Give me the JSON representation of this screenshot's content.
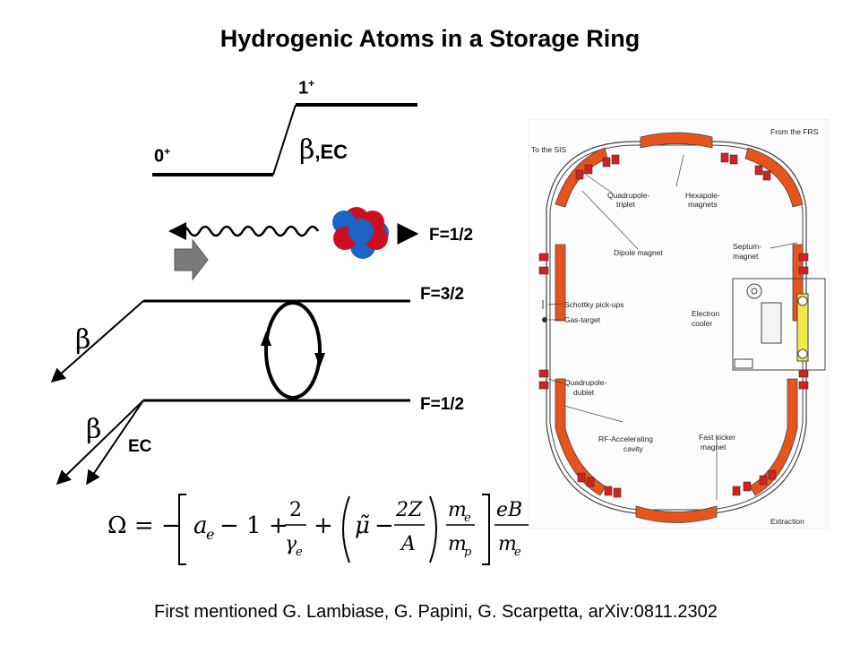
{
  "title": "Hydrogenic Atoms in a Storage Ring",
  "levels": {
    "ground_state": "0",
    "excited_state": "1",
    "parity": "+",
    "transition_symbol": "β",
    "transition_label": ",EC"
  },
  "hyperfine": {
    "emission_state": "F=1/2",
    "upper_state": "F=3/2",
    "lower_state": "F=1/2",
    "beta_upper": "β",
    "beta_lower": "β",
    "ec_label": "EC"
  },
  "ring_labels": {
    "to_sis": "To the SIS",
    "from_frs": "From the FRS",
    "quadrupole_triplet_1": "Quadrupole-",
    "quadrupole_triplet_2": "triplet",
    "hexapole_1": "Hexapole-",
    "hexapole_2": "magnets",
    "dipole_magnet": "Dipole magnet",
    "septum_1": "Septum-",
    "septum_2": "magnet",
    "schottky": "Schottky pick-ups",
    "gas_target": "Gas-target",
    "electron_1": "Electron",
    "electron_2": "cooler",
    "quadrupole_doublet_1": "Quadrupole-",
    "quadrupole_doublet_2": "dublet",
    "rf_1": "RF-Accelerating",
    "rf_2": "cavity",
    "kicker_1": "Fast kicker",
    "kicker_2": "magnet",
    "extraction": "Extraction"
  },
  "equation": {
    "lhs": "Ω = −",
    "a_e": "a",
    "sub_e": "e",
    "minus_one": "− 1 +",
    "two": "2",
    "gamma": "γ",
    "plus": "+",
    "mu_tilde": "μ̃",
    "minus": "−",
    "two_z": "2Z",
    "a_mass": "A",
    "m": "m",
    "sub_p": "p",
    "eb": "eB"
  },
  "citation": "First mentioned G. Lambiase, G. Papini, G. Scarpetta, arXiv:0811.2302",
  "colors": {
    "magnet": "#e8541e",
    "quad": "#d42020",
    "proton": "#cc1020",
    "neutron": "#1c63c8",
    "arrow_fill": "#7a7a7a"
  }
}
